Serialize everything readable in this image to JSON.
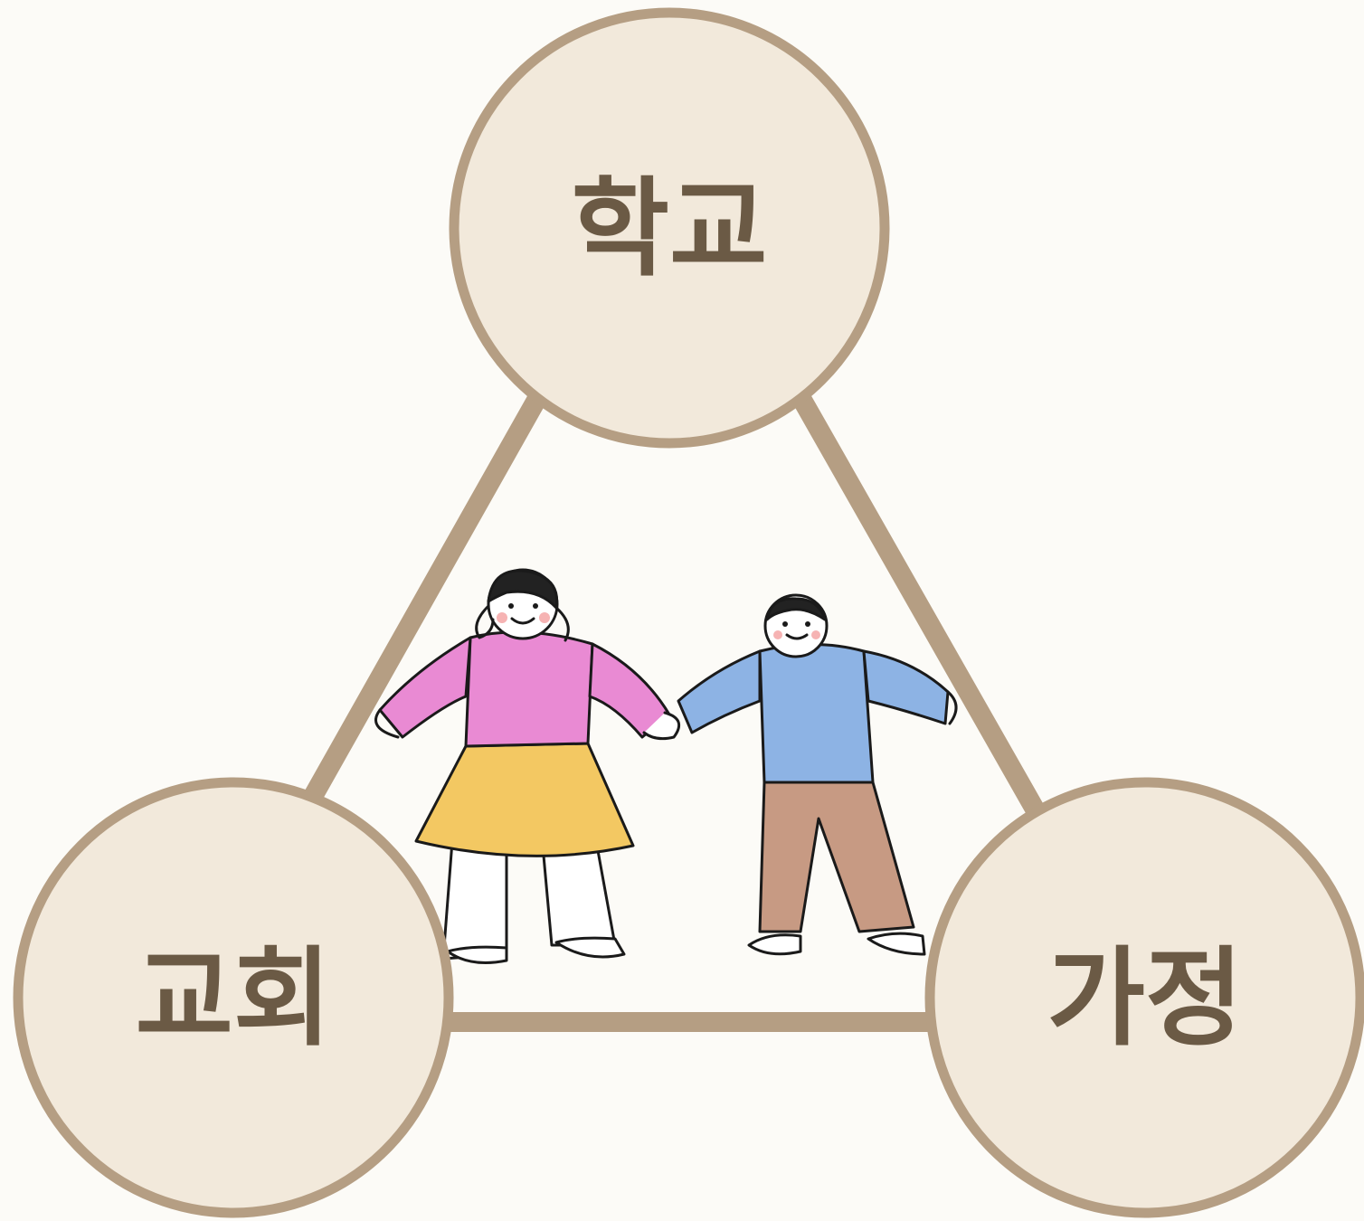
{
  "diagram": {
    "nodes": [
      {
        "id": "school",
        "label": "학교"
      },
      {
        "id": "church",
        "label": "교회"
      },
      {
        "id": "home",
        "label": "가정"
      }
    ],
    "edges": [
      {
        "from": "school",
        "to": "church"
      },
      {
        "from": "school",
        "to": "home"
      },
      {
        "from": "church",
        "to": "home"
      }
    ],
    "colors": {
      "background": "#fcfbf7",
      "circle_fill": "#f2e9db",
      "circle_stroke": "#b59e83",
      "line": "#b59e83",
      "text": "#6b5a45"
    },
    "illustration": {
      "icon": "two-children-holding-hands-drawing"
    }
  }
}
